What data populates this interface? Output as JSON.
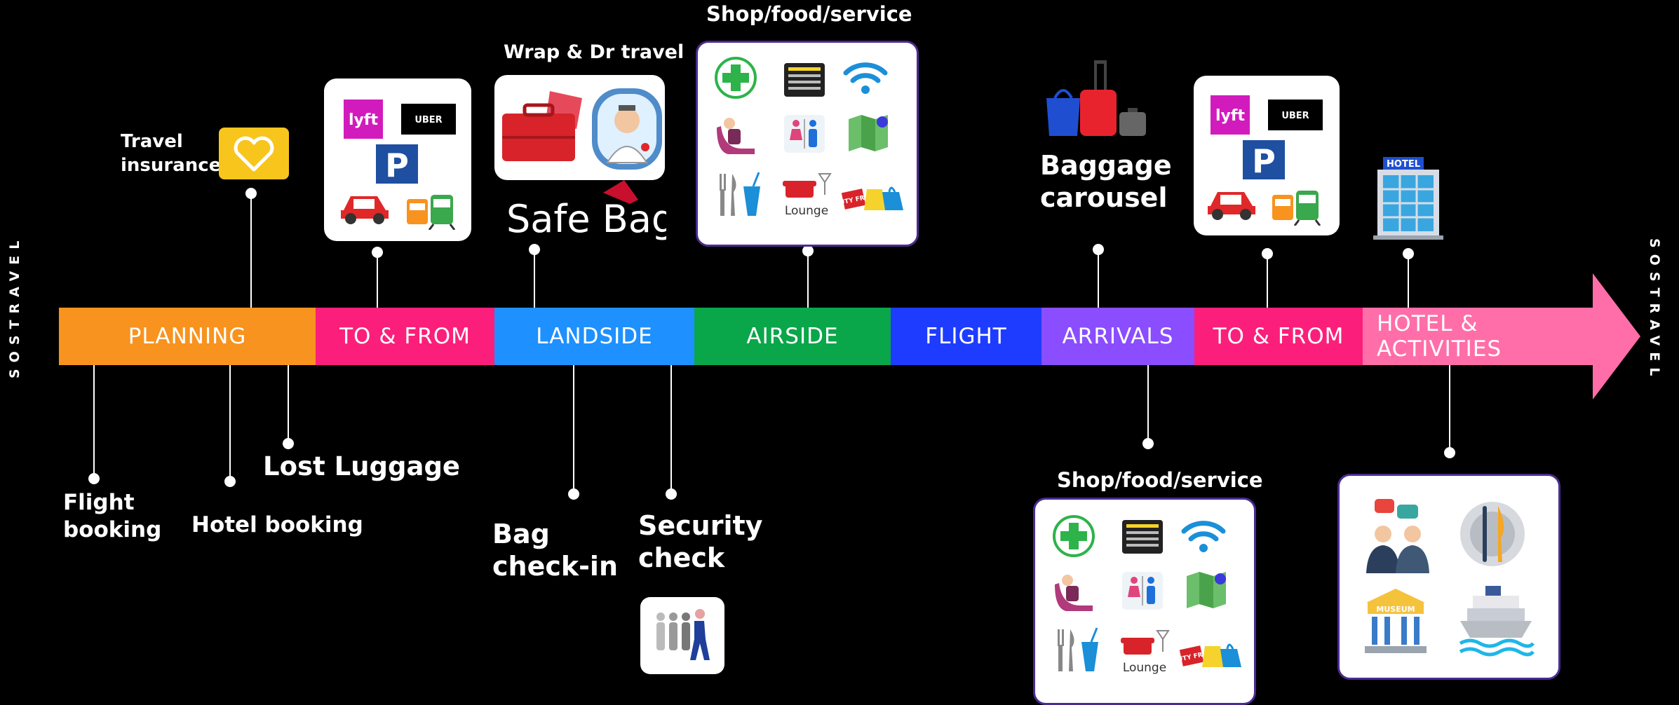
{
  "brand": {
    "side_left": "SOSTRAVEL",
    "side_right": "SOSTRAVEL"
  },
  "timeline": {
    "segments": [
      {
        "label": "PLANNING",
        "color": "#f7931e"
      },
      {
        "label": "TO & FROM",
        "color": "#fb1f7b"
      },
      {
        "label": "LANDSIDE",
        "color": "#1e90ff"
      },
      {
        "label": "AIRSIDE",
        "color": "#0aa64a"
      },
      {
        "label": "FLIGHT",
        "color": "#1e3cff"
      },
      {
        "label": "ARRIVALS",
        "color": "#8a4dff"
      },
      {
        "label": "TO & FROM",
        "color": "#fb1f7b"
      },
      {
        "label": "HOTEL & ACTIVITIES",
        "color": "#ff6ea8"
      }
    ]
  },
  "labels": {
    "travel_insurance": "Travel\ninsurance",
    "wrap_dr_travel": "Wrap & Dr travel",
    "safe_bag": "Safe Bag",
    "shop_food_service_top": "Shop/food/service",
    "shop_food_service_bottom": "Shop/food/service",
    "baggage_carousel": "Baggage\ncarousel",
    "flight_booking": "Flight\nbooking",
    "hotel_booking": "Hotel booking",
    "lost_luggage": "Lost Luggage",
    "bag_checkin": "Bag\ncheck-in",
    "security_check": "Security\ncheck"
  },
  "icons": {
    "lyft_text": "lyft",
    "uber_text": "UBER",
    "parking_text": "P",
    "lounge_text": "Lounge",
    "duty_free_text": "DUTY FREE",
    "hotel_text": "HOTEL",
    "museum_text": "MUSEUM"
  }
}
